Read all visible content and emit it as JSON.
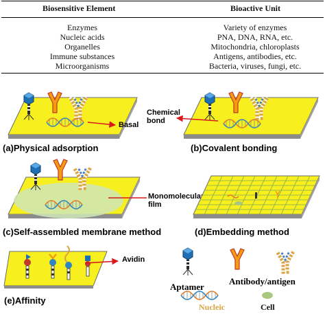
{
  "table": {
    "headers": [
      "Biosensitive Element",
      "Bioactive Unit"
    ],
    "rows": [
      [
        "Enzymes",
        "Variety of enzymes"
      ],
      [
        "Nucleic acids",
        "PNA, DNA, RNA, etc."
      ],
      [
        "Organelles",
        "Mitochondria, chloroplasts"
      ],
      [
        "Immune substances",
        "Antigens, antibodies, etc."
      ],
      [
        "Microorganisms",
        "Bacteria, viruses, fungi, etc."
      ]
    ]
  },
  "panels": {
    "a": {
      "caption": "(a)Physical adsorption",
      "label": "Basal"
    },
    "b": {
      "caption": "(b)Covalent bonding",
      "label_line1": "Chemical",
      "label_line2": "bond"
    },
    "c": {
      "caption": "(c)Self-assembled membrane method",
      "label_line1": "Monomolecular",
      "label_line2": "film"
    },
    "d": {
      "caption": "(d)Embedding method"
    },
    "e": {
      "caption": "(e)Affinity",
      "label": "Avidin"
    }
  },
  "legend": {
    "aptamer": "Aptamer",
    "antibody": "Antibody/antigen",
    "nucleic": "Nucleic",
    "cell": "Cell"
  },
  "colors": {
    "substrate_yellow": "#f7ef1e",
    "substrate_side": "#8c8c8c",
    "arrow_red": "#d7191c",
    "antibody_orange": "#f39c12",
    "cell_green": "#a9c77e",
    "film_green": "#cfe6b8",
    "grid_green": "#7fa65a"
  }
}
